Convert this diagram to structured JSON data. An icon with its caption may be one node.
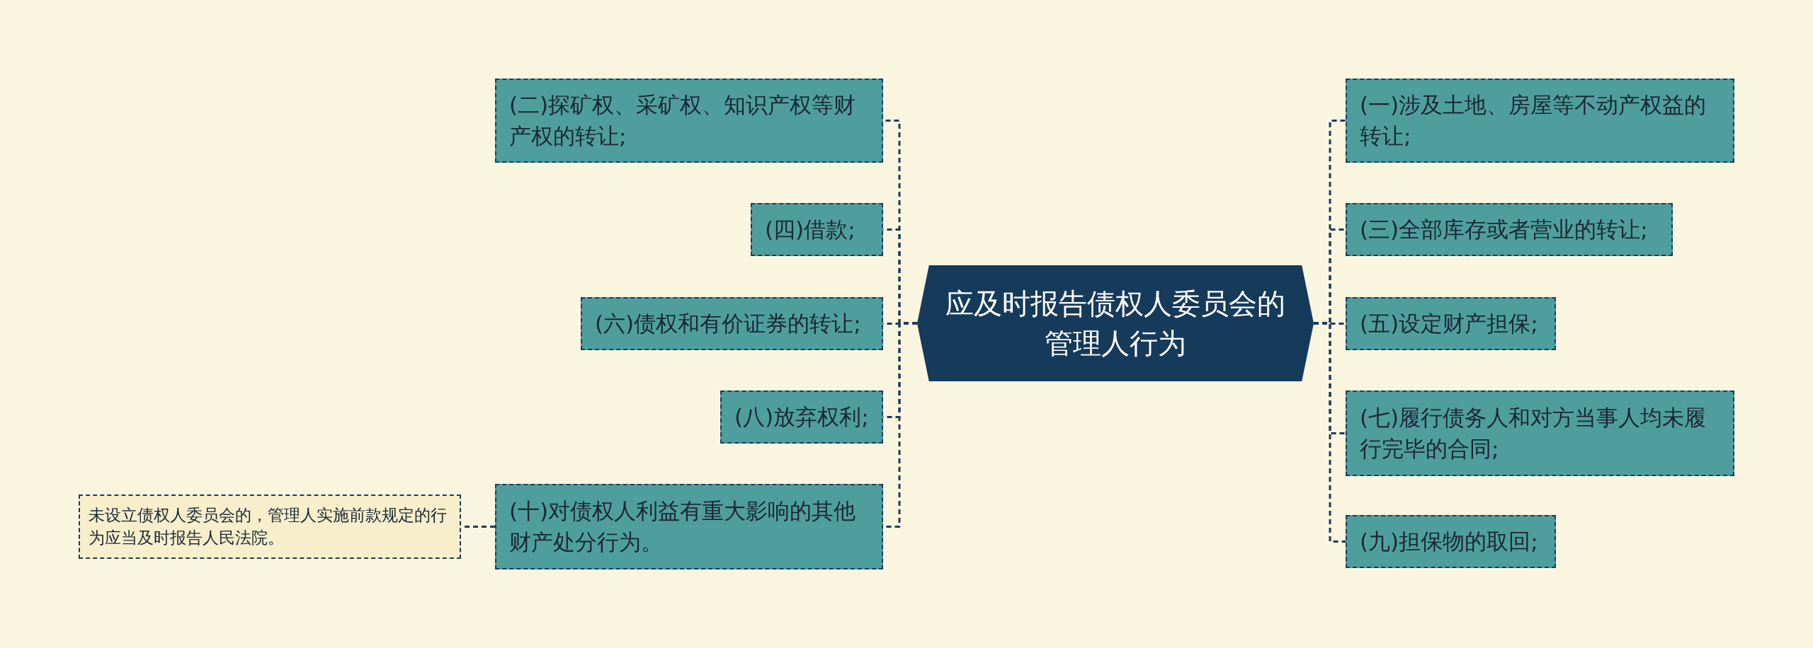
{
  "diagram": {
    "nodes": [
      {
        "text": [
          "应及时报告债权人委员会的管理人行为"
        ]
      },
      {
        "text": [
          "(二)探矿权、采矿权、知识产权等财产权的转让;"
        ]
      },
      {
        "text": [
          "(四)借款;"
        ]
      },
      {
        "text": [
          "(六)债权和有价证券的转让;"
        ]
      },
      {
        "text": [
          "(八)放弃权利;"
        ]
      },
      {
        "text": [
          "(十)对债权人利益有重大影响的其他财产处分行为。"
        ]
      },
      {
        "text": [
          "未设立债权人委员会的，管理人实施前款规定的行为应当及时报告人民法院。"
        ]
      },
      {
        "text": [
          "(一)涉及土地、房屋等不动产权益的转让;"
        ]
      },
      {
        "text": [
          "(三)全部库存或者营业的转让;"
        ]
      },
      {
        "text": [
          "(五)设定财产担保;"
        ]
      },
      {
        "text": [
          "(七)履行债务人和对方当事人均未履行完毕的合同;"
        ]
      },
      {
        "text": [
          "(九)担保物的取回;"
        ]
      }
    ],
    "edges": [
      {
        "from": 0,
        "to": 1,
        "arrow": "none"
      },
      {
        "from": 0,
        "to": 2,
        "arrow": "none"
      },
      {
        "from": 0,
        "to": 3,
        "arrow": "none"
      },
      {
        "from": 0,
        "to": 4,
        "arrow": "none"
      },
      {
        "from": 0,
        "to": 5,
        "arrow": "none"
      },
      {
        "from": 5,
        "to": 6,
        "arrow": "none"
      },
      {
        "from": 0,
        "to": 7,
        "arrow": "none"
      },
      {
        "from": 0,
        "to": 8,
        "arrow": "none"
      },
      {
        "from": 0,
        "to": 9,
        "arrow": "none"
      },
      {
        "from": 0,
        "to": 10,
        "arrow": "none"
      },
      {
        "from": 0,
        "to": 11,
        "arrow": "none"
      }
    ]
  }
}
